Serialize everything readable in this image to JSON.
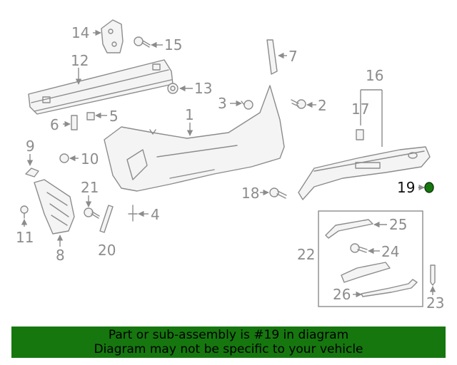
{
  "highlight_color": "#16770f",
  "callouts": {
    "c1": "1",
    "c2": "2",
    "c3": "3",
    "c4": "4",
    "c5": "5",
    "c6": "6",
    "c7": "7",
    "c8": "8",
    "c9": "9",
    "c10": "10",
    "c11": "11",
    "c12": "12",
    "c13": "13",
    "c14": "14",
    "c15": "15",
    "c16": "16",
    "c17": "17",
    "c18": "18",
    "c19": "19",
    "c20": "20",
    "c21": "21",
    "c22": "22",
    "c23": "23",
    "c24": "24",
    "c25": "25",
    "c26": "26"
  },
  "highlighted_part": "19",
  "banner": {
    "line1": "Part or sub-assembly is #19 in diagram",
    "line2": "Diagram may not be specific to your vehicle"
  }
}
